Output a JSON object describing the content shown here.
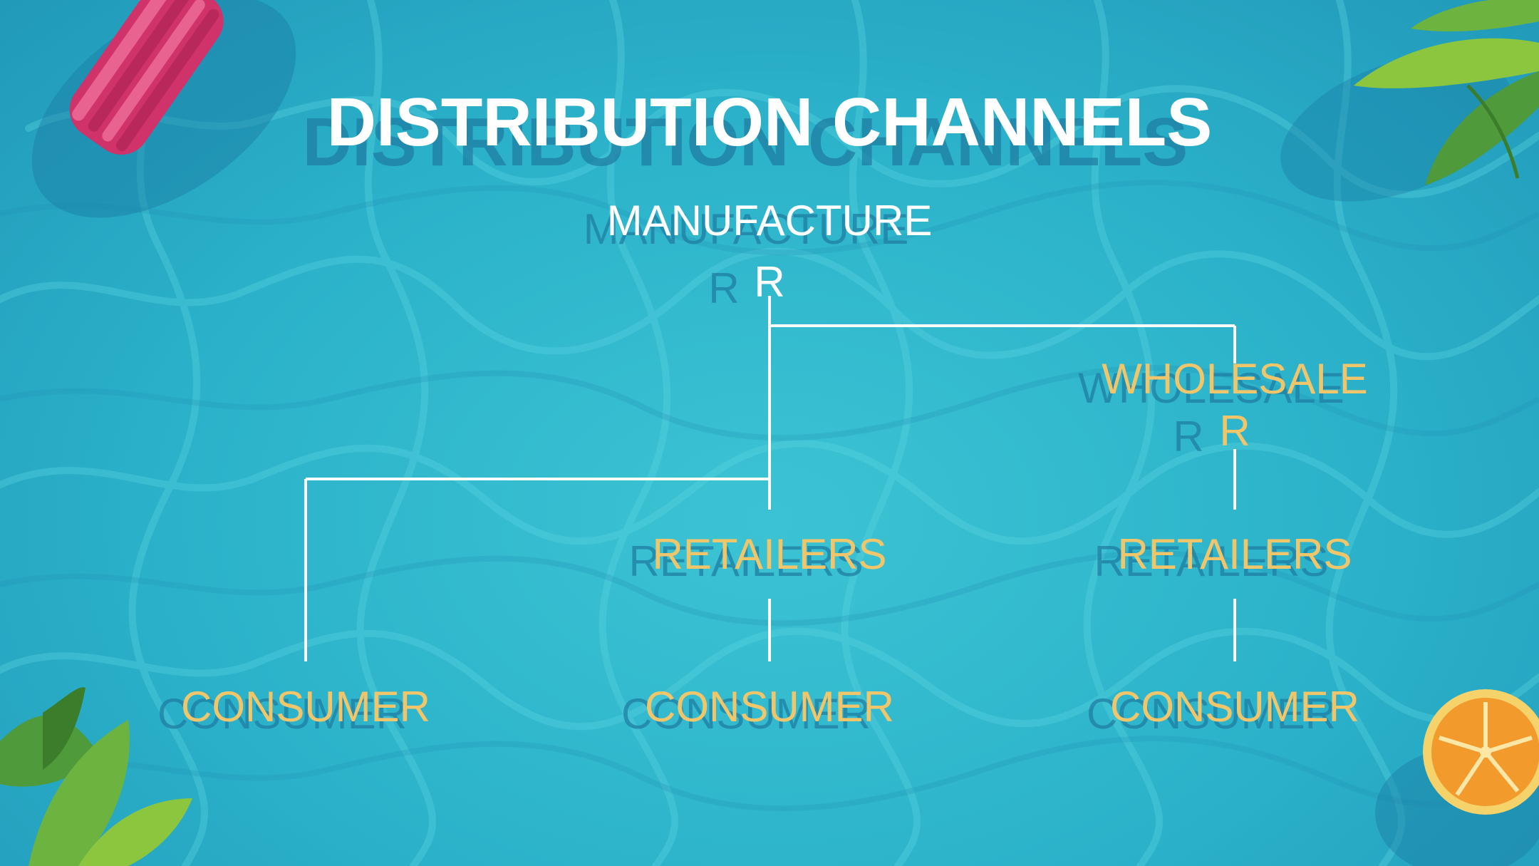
{
  "slide": {
    "title": "DISTRIBUTION CHANNELS"
  },
  "nodes": {
    "manufacturer": {
      "text": "MANUFACTURE",
      "text_cont": "R"
    },
    "wholesaler": {
      "text": "WHOLESALE",
      "text_cont": "R"
    },
    "retailers_1": {
      "text": "RETAILERS"
    },
    "retailers_2": {
      "text": "RETAILERS"
    },
    "consumer_1": {
      "text": "CONSUMER"
    },
    "consumer_2": {
      "text": "CONSUMER"
    },
    "consumer_3": {
      "text": "CONSUMER"
    }
  },
  "colors": {
    "background": "#2bb2ca",
    "heading": "#ffffff",
    "node_text": "#f1c66a",
    "shadow_text": "#1f7ea3",
    "connector": "#ffffff"
  },
  "decorations": [
    "pool-float",
    "palm-leaf-top-right",
    "palm-leaf-bottom-left",
    "orange-slice"
  ]
}
